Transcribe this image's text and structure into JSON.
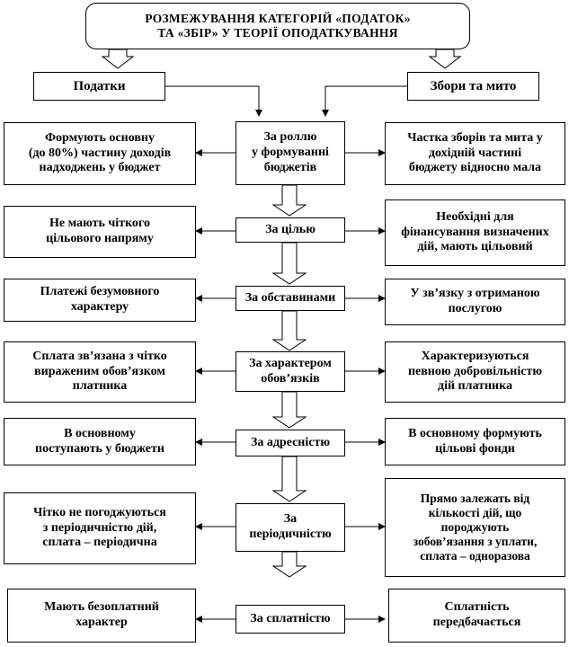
{
  "title": "РОЗМЕЖУВАННЯ КАТЕГОРІЙ «ПОДАТОК»\nТА «ЗБІР» У ТЕОРІЇ ОПОДАТКУВАННЯ",
  "left_header": "Податки",
  "right_header": "Збори та мито",
  "rows": [
    {
      "center": "За роллю\nу формуванні\nбюджетів",
      "left": "Формують основну\n(до 80%) частину доходів\nнадходжень у бюджет",
      "right": "Частка зборів та мита у\nдохідній частині\nбюджету відносно мала"
    },
    {
      "center": "За цілью",
      "left": "Не мають чіткого\nцільового напряму",
      "right": "Необхідні для\nфінансування визначених\nдій, мають цільовий"
    },
    {
      "center": "За обставинами",
      "left": "Платежі безумовного\nхарактеру",
      "right": "У зв’язку з отриманою\nпослугою"
    },
    {
      "center": "За характером\nобов’язків",
      "left": "Сплата зв’язана з чітко\nвираженим обов’язком\nплатника",
      "right": "Характеризуються\nпевною добровільністю\nдій платника"
    },
    {
      "center": "За адресністю",
      "left": "В основному\nпоступають у бюджети",
      "right": "В основному формують\nцільові фонди"
    },
    {
      "center": "За\nперіодичністю",
      "left": "Чітко не погоджуються\nз періодичністю дій,\nсплата – періодична",
      "right": "Прямо залежать від\nкількості дій, що\nпороджують\nзобов’язання з уплати,\nсплата – одноразова"
    },
    {
      "center": "За сплатністю",
      "left": "Мають безоплатний\nхарактер",
      "right": "Сплатність\nпередбачається"
    }
  ]
}
